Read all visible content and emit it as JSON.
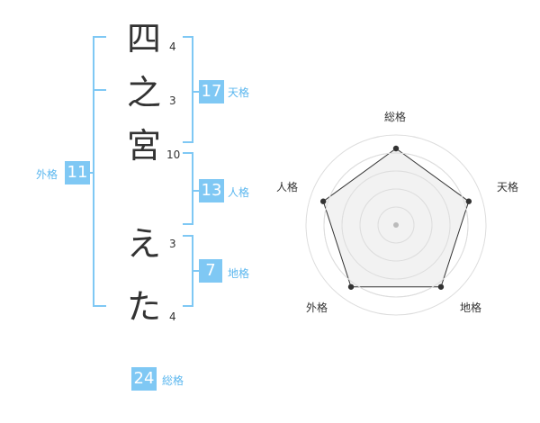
{
  "name": {
    "characters": [
      {
        "char": "四",
        "strokes": "4"
      },
      {
        "char": "之",
        "strokes": "3"
      },
      {
        "char": "宮",
        "strokes": "10"
      },
      {
        "char": "え",
        "strokes": "3"
      },
      {
        "char": "た",
        "strokes": "4"
      }
    ]
  },
  "kakusu": {
    "tenkaku": {
      "value": "17",
      "label": "天格"
    },
    "jinkaku": {
      "value": "13",
      "label": "人格"
    },
    "chikaku": {
      "value": "7",
      "label": "地格"
    },
    "gaikaku": {
      "value": "11",
      "label": "外格"
    },
    "soukaku": {
      "value": "24",
      "label": "総格"
    }
  },
  "colors": {
    "accent": "#7fc8f4",
    "accent_text": "#5bb7ef",
    "bracket": "#7fc8f4",
    "radar_fill": "#eeeeee",
    "radar_ring": "#dddddd",
    "radar_line": "#333333"
  },
  "chart_data": {
    "type": "radar",
    "categories": [
      "総格",
      "天格",
      "地格",
      "外格",
      "人格"
    ],
    "values": [
      0.85,
      0.85,
      0.85,
      0.85,
      0.85
    ],
    "scale_max": 1,
    "rings": 5
  }
}
